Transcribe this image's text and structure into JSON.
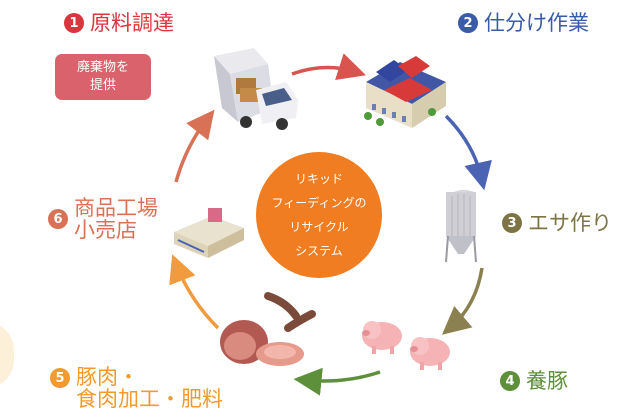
{
  "steps": [
    {
      "num": "1",
      "label": "原料調達",
      "color": "#d9353e"
    },
    {
      "num": "2",
      "label": "仕分け作業",
      "color": "#3a5ba8"
    },
    {
      "num": "3",
      "label": "エサ作り",
      "color": "#7d7445"
    },
    {
      "num": "4",
      "label": "養豚",
      "color": "#5e8f3a"
    },
    {
      "num": "5",
      "label": "豚肉・\n食肉加工・肥料",
      "color": "#f29a2e"
    },
    {
      "num": "6",
      "label": "商品工場\n小売店",
      "color": "#d87155"
    }
  ],
  "badge": {
    "text": "廃棄物を\n提供",
    "color": "#d9626c"
  },
  "center": {
    "text": "リキッド\nフィーディングの\nリサイクル\nシステム",
    "color": "#f07d22"
  },
  "icons": [
    "delivery-truck-icon",
    "sorting-factory-icon",
    "feed-silo-icon",
    "pigs-icon",
    "meat-products-icon",
    "retail-store-icon"
  ],
  "arrow_colors": [
    "#d9534f",
    "#4a63b3",
    "#8a8050",
    "#5e8f3a",
    "#f29a3e",
    "#d87155"
  ]
}
